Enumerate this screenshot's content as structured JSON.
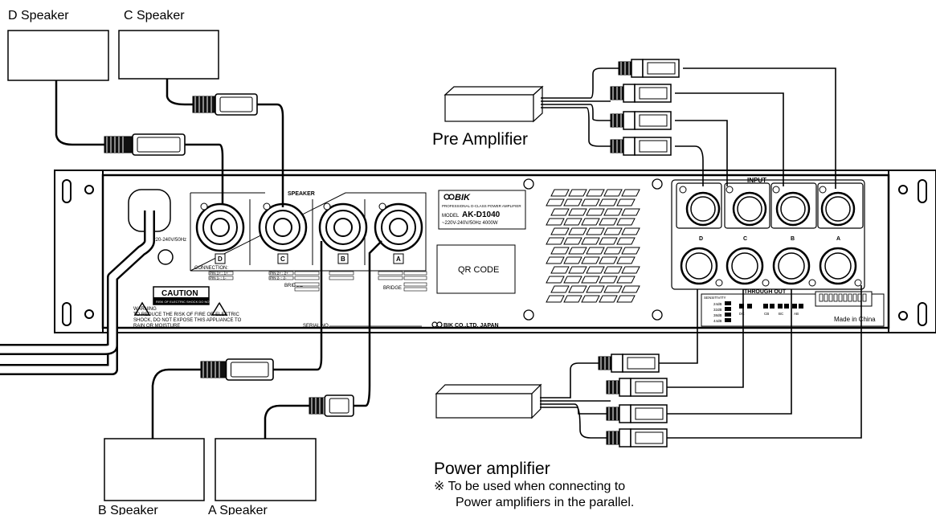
{
  "speakers": {
    "d_label": "D Speaker",
    "c_label": "C Speaker",
    "b_label": "B Speaker",
    "a_label": "A Speaker"
  },
  "pre_amp": {
    "label": "Pre Amplifier"
  },
  "power_amp": {
    "label": "Power amplifier",
    "note_line1": "※ To be used when connecting to",
    "note_line2": "Power amplifiers in the parallel."
  },
  "panel": {
    "speaker_title": "SPEAKER",
    "channels": [
      "D",
      "C",
      "B",
      "A"
    ],
    "connection_label": "CONNECTION:",
    "bridge_label": "BRIDGE",
    "caution": "CAUTION",
    "caution_sub": "RISK OF ELECTRIC SHOCK DO NOT OPEN",
    "warning_title": "WARNING",
    "warning_text_1": "TO REDUCE THE RISK OF FIRE OR ELECTRIC",
    "warning_text_2": "SHOCK, DO NOT EXPOSE THIS APPLIANCE TO",
    "warning_text_3": "RAIN OR MOISTURE",
    "ac_label": "AC220-240V/50Hz",
    "serial_label": "SERIAL NO.",
    "brand": "BIK",
    "brand_full": "BIK CO.,LTD. JAPAN",
    "product_desc": "PROFESSIONAL D-CLASS POWER AMPLIFIER",
    "model_prefix": "MODEL",
    "model": "AK-D1040",
    "spec": "~220V-240V/50Hz 4000W",
    "qr": "QR CODE",
    "input_title": "INPUT",
    "through_out_title": "THROUGH OUT",
    "sensitivity_label": "SENSITIVITY",
    "sensitivity_values": [
      "24dB",
      "32dB",
      "38dB",
      "44dB"
    ],
    "mode_labels": [
      "DC",
      "CB",
      "BC",
      "AB"
    ],
    "made_in": "Made in China",
    "pin_labels": [
      "PIN 1+ : 1+",
      "PIN 1- : 1-",
      "PIN 2+ : 2+",
      "PIN 2- : 2-"
    ]
  }
}
